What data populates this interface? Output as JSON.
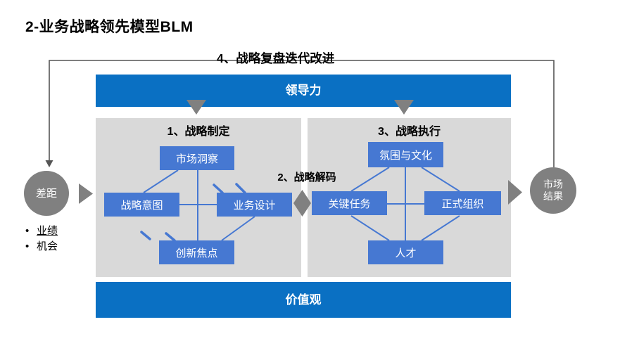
{
  "title": "2-业务战略领先模型BLM",
  "loop_label": "4、战略复盘迭代改进",
  "leadership_bar": "领导力",
  "values_bar": "价值观",
  "decode_label": "2、战略解码",
  "left_panel": {
    "header": "1、战略制定",
    "boxes": {
      "top": "市场洞察",
      "left": "战略意图",
      "right": "业务设计",
      "bottom": "创新焦点"
    }
  },
  "right_panel": {
    "header": "3、战略执行",
    "boxes": {
      "top": "氛围与文化",
      "left": "关键任务",
      "right": "正式组织",
      "bottom": "人才"
    }
  },
  "gap_circle": "差距",
  "result_circle": {
    "line1": "市场",
    "line2": "结果"
  },
  "ui": {
    "bullet_char": "•"
  },
  "gap_bullets": [
    "业绩",
    "机会"
  ],
  "colors": {
    "bar_blue": "#0A70C3",
    "box_blue": "#4678D2",
    "panel_gray": "#D9D9D9",
    "shape_gray": "#808080",
    "line_dark": "#555555",
    "text_black": "#000000",
    "box_text": "#FFFFFF"
  }
}
